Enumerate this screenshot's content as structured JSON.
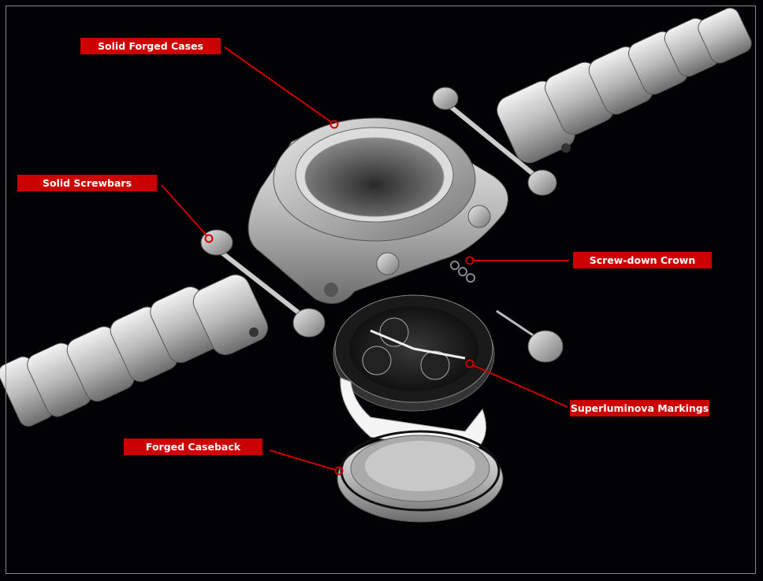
{
  "callouts": [
    {
      "id": "cases",
      "label": "Solid Forged Cases"
    },
    {
      "id": "screwbars",
      "label": "Solid Screwbars"
    },
    {
      "id": "crown",
      "label": "Screw-down Crown"
    },
    {
      "id": "markings",
      "label": "Superluminova Markings"
    },
    {
      "id": "caseback",
      "label": "Forged Caseback"
    }
  ],
  "colors": {
    "callout": "#cc0000",
    "background": "#020204",
    "frame": "#8a8a8a"
  }
}
